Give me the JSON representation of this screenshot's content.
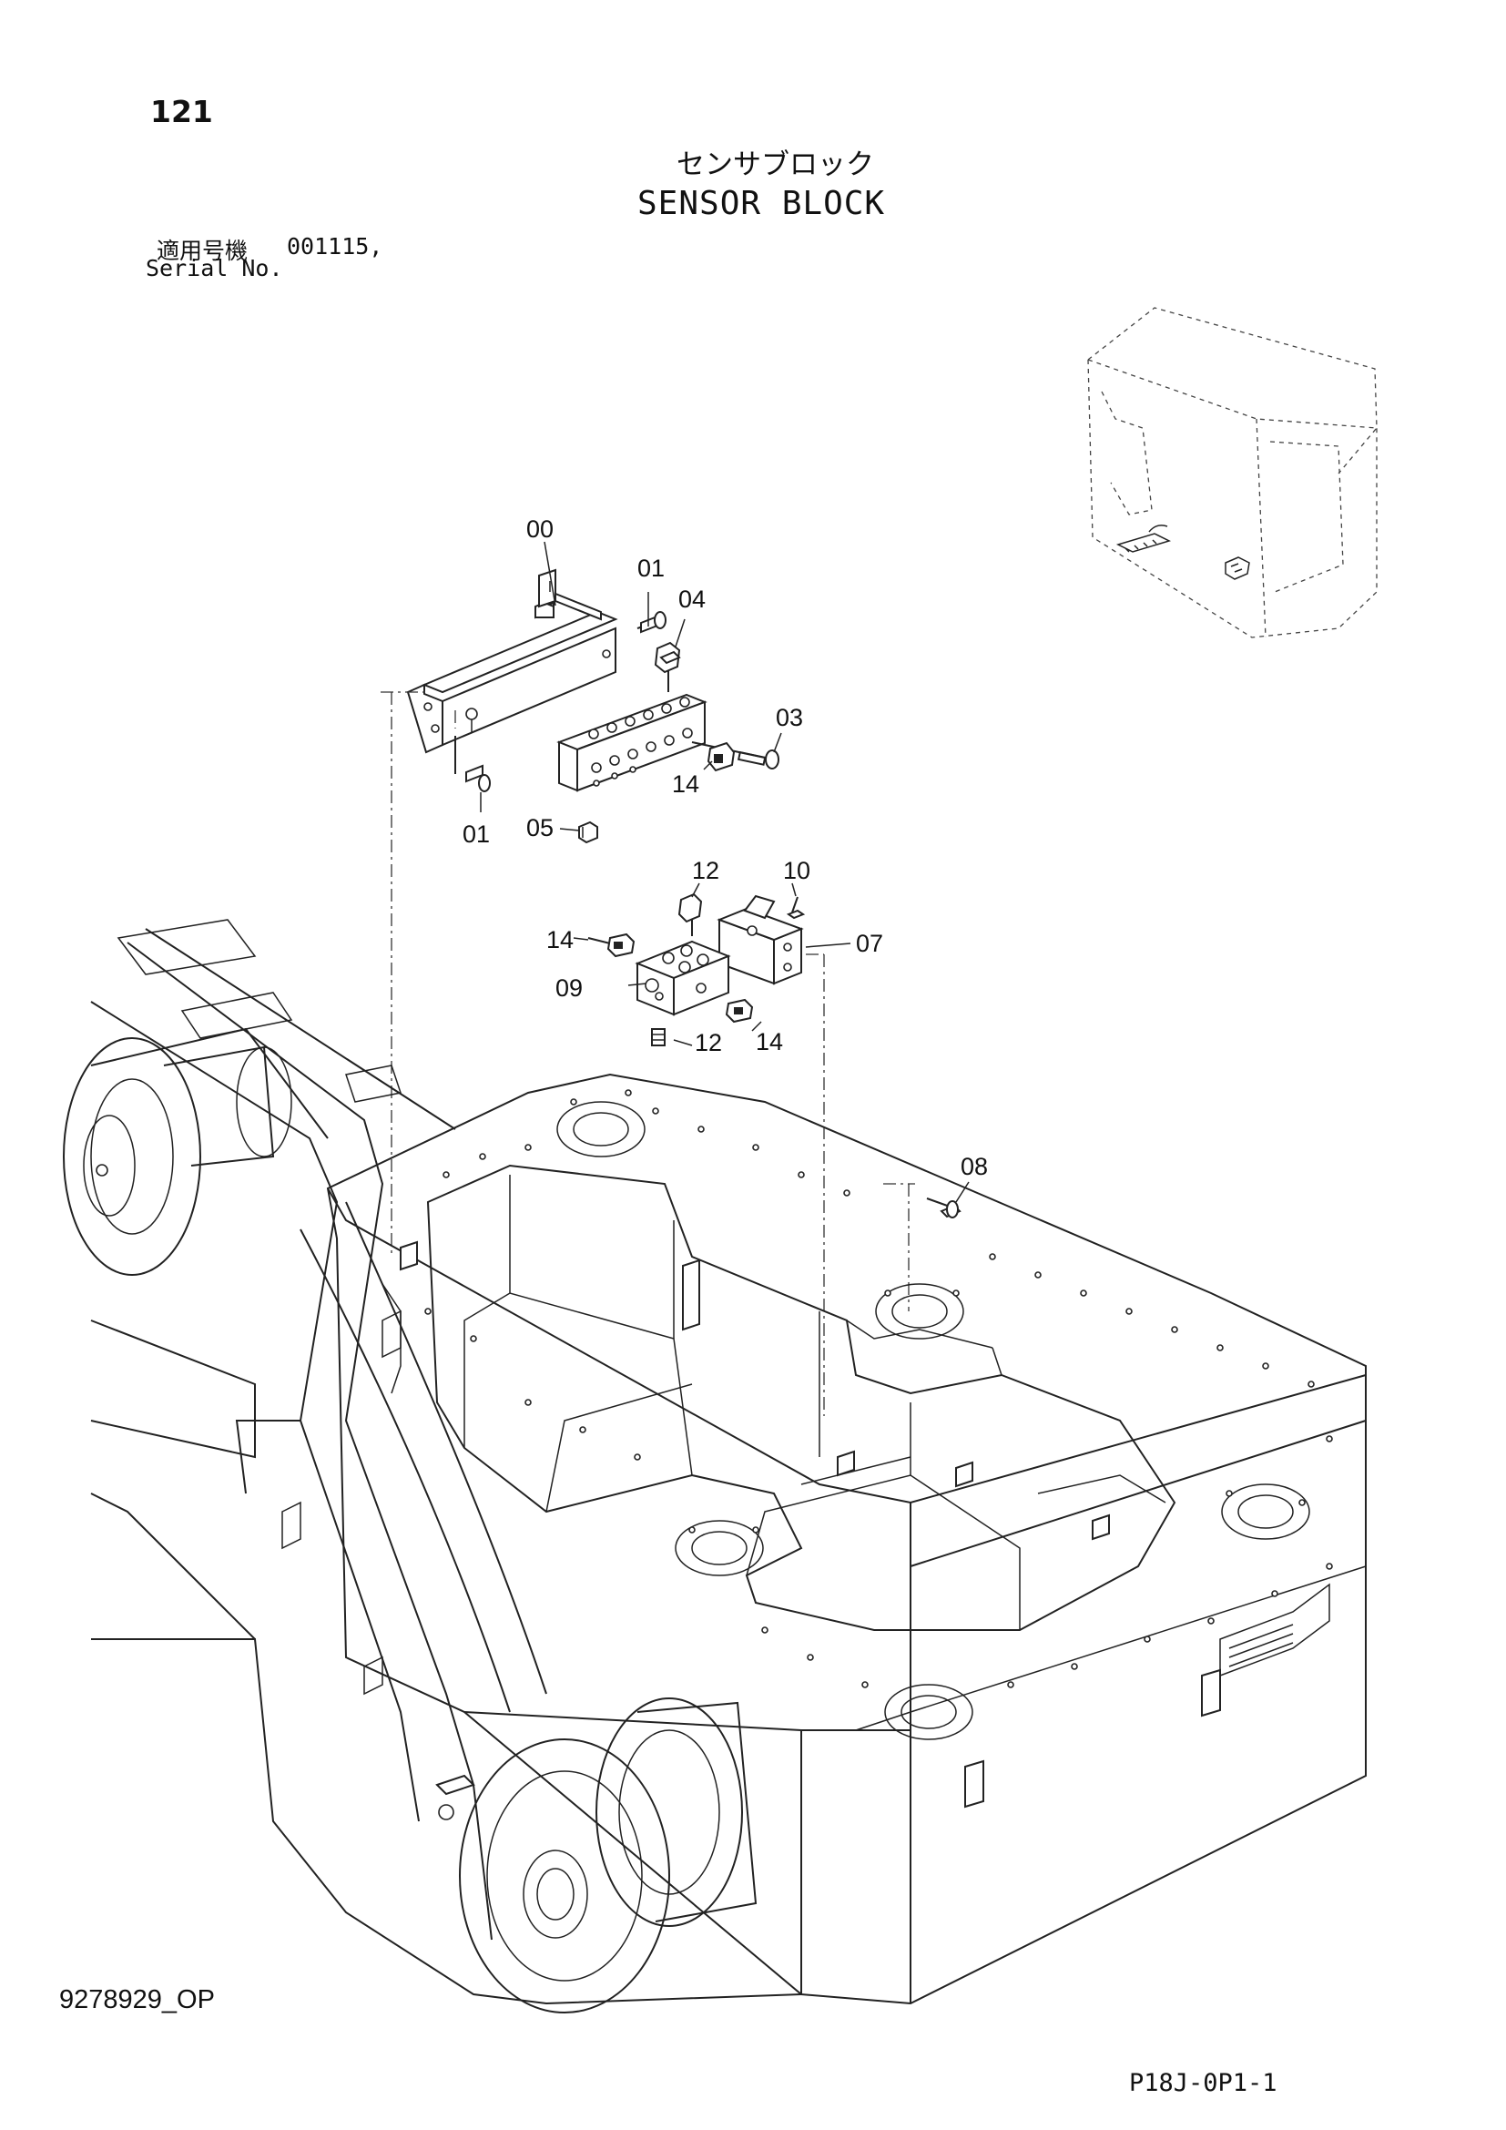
{
  "header": {
    "page_number": "121",
    "title_jp": "センサブロック",
    "title_en": "SENSOR BLOCK",
    "serial_label_jp": "適用号機",
    "serial_value": "001115,",
    "serial_label_en": "Serial No."
  },
  "callouts": {
    "c00": "00",
    "c01a": "01",
    "c04": "04",
    "c03": "03",
    "c14a": "14",
    "c01b": "01",
    "c05": "05",
    "c12a": "12",
    "c10": "10",
    "c14b": "14",
    "c07": "07",
    "c09": "09",
    "c12b": "12",
    "c14c": "14",
    "c08": "08"
  },
  "footer": {
    "doc_code": "9278929_OP",
    "page_code": "P18J-0P1-1"
  }
}
